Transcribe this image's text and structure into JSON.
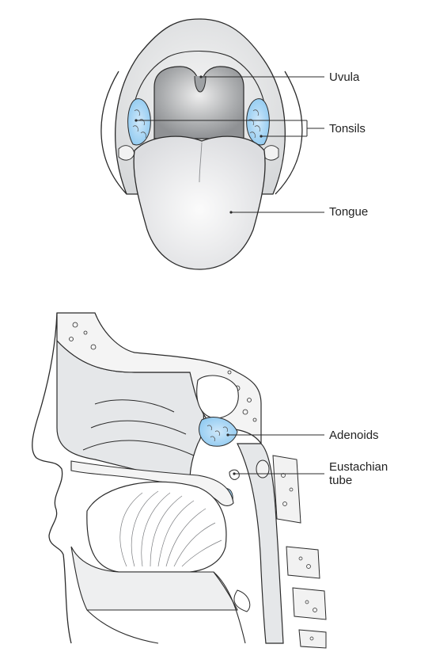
{
  "labels": {
    "uvula": "Uvula",
    "tonsils": "Tonsils",
    "tongue": "Tongue",
    "adenoids": "Adenoids",
    "eustachian_line1": "Eustachian",
    "eustachian_line2": "tube"
  },
  "colors": {
    "line": "#2b2b2b",
    "tissue_fill": "#e4e6e8",
    "shadow_fill": "#b9bcbf",
    "highlight_blue": "#8cc8f0"
  }
}
